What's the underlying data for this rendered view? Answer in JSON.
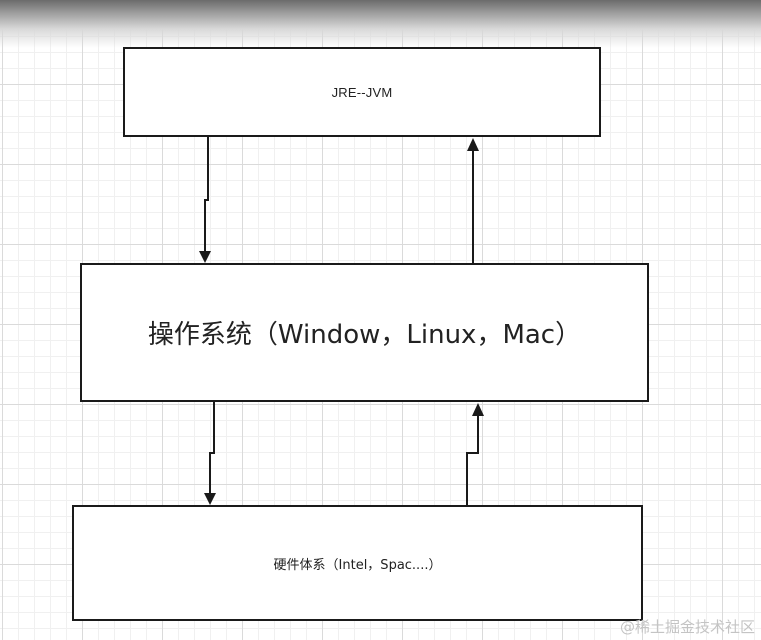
{
  "diagram": {
    "boxes": {
      "jre": {
        "label": "JRE--JVM"
      },
      "os": {
        "label": "操作系统（Window，Linux，Mac）"
      },
      "hardware": {
        "label": "硬件体系（Intel，Spac....）"
      }
    },
    "line_color": "#1a1a1a",
    "background_grid": true
  },
  "watermark": {
    "text": "@稀土掘金技术社区"
  }
}
